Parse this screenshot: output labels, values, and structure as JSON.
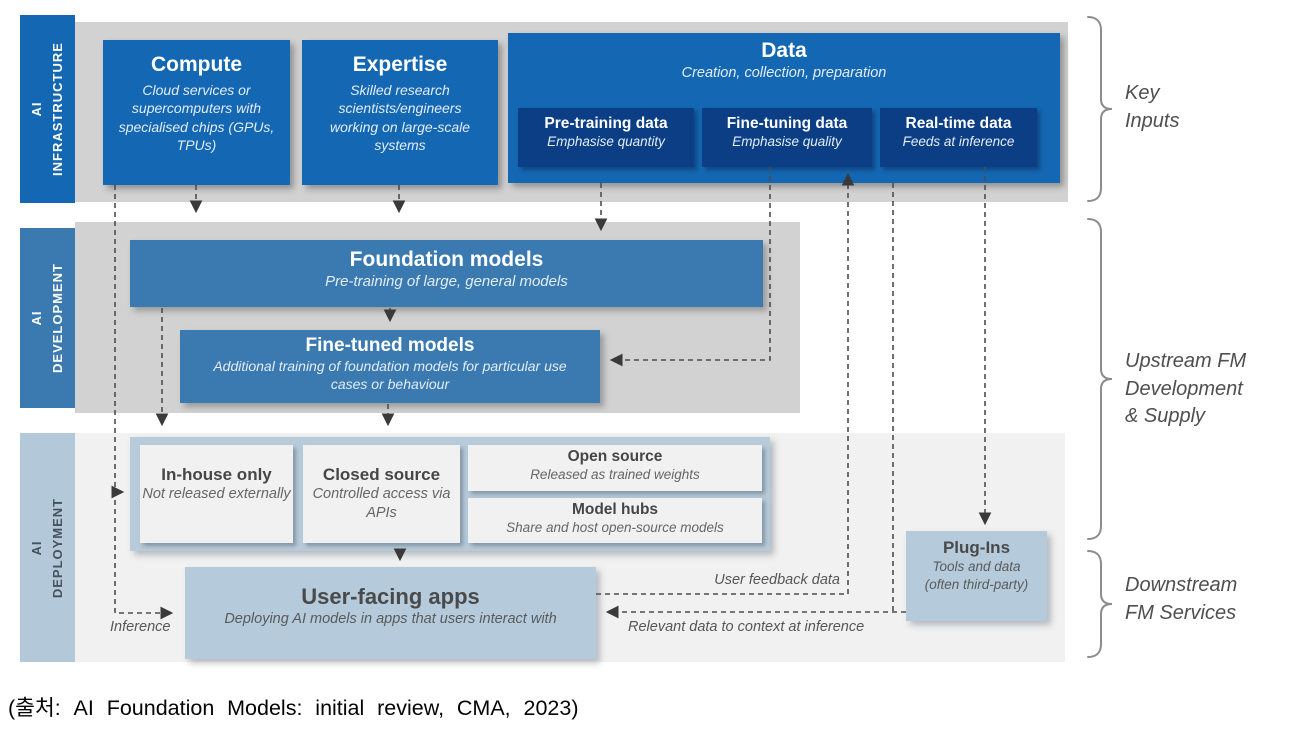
{
  "diagram": {
    "bands": [
      {
        "id": "infrastructure",
        "label": "AI\nINFRASTRUCTURE"
      },
      {
        "id": "development",
        "label": "AI\nDEVELOPMENT"
      },
      {
        "id": "deployment",
        "label": "AI\nDEPLOYMENT"
      }
    ],
    "infrastructure": {
      "compute": {
        "title": "Compute",
        "desc": "Cloud services or supercomputers with specialised chips (GPUs, TPUs)"
      },
      "expertise": {
        "title": "Expertise",
        "desc": "Skilled research scientists/engineers working on large-scale systems"
      },
      "data": {
        "title": "Data",
        "subtitle": "Creation, collection, preparation",
        "sub_boxes": [
          {
            "title": "Pre-training data",
            "subtitle": "Emphasise quantity"
          },
          {
            "title": "Fine-tuning data",
            "subtitle": "Emphasise quality"
          },
          {
            "title": "Real-time data",
            "subtitle": "Feeds at inference"
          }
        ]
      }
    },
    "development": {
      "foundation_models": {
        "title": "Foundation models",
        "subtitle": "Pre-training of large, general models"
      },
      "fine_tuned_models": {
        "title": "Fine-tuned models",
        "subtitle": "Additional training of foundation models for particular use cases or behaviour"
      }
    },
    "deployment": {
      "in_house": {
        "title": "In-house only",
        "subtitle": "Not released externally"
      },
      "closed_source": {
        "title": "Closed source",
        "subtitle": "Controlled access via APIs"
      },
      "open_source": {
        "title": "Open source",
        "subtitle": "Released as trained weights"
      },
      "model_hubs": {
        "title": "Model hubs",
        "subtitle": "Share and host open-source models"
      },
      "user_facing_apps": {
        "title": "User-facing apps",
        "subtitle": "Deploying AI models in apps that users interact with"
      },
      "plug_ins": {
        "title": "Plug-Ins",
        "subtitle": "Tools and data (often third-party)"
      }
    },
    "flow_labels": {
      "inference": "Inference",
      "user_feedback": "User feedback data",
      "relevant_data": "Relevant data to context at inference"
    },
    "side_labels": [
      {
        "text": "Key\nInputs"
      },
      {
        "text": "Upstream FM\nDevelopment\n& Supply"
      },
      {
        "text": "Downstream\nFM Services"
      }
    ],
    "colors": {
      "primary_blue": "#1467b2",
      "dark_navy": "#0c3e86",
      "medium_blue": "#3b7ab1",
      "gray_band": "#d2d2d2",
      "light_band": "#f1f1f1",
      "deployment_sidebar": "#b3c8d8",
      "container_blue": "#b7cbdb",
      "light_blue_box": "#b5cbdc",
      "connector_gray": "#4d4d4d"
    }
  },
  "caption": "(출처: AI Foundation Models: initial review, CMA, 2023)"
}
